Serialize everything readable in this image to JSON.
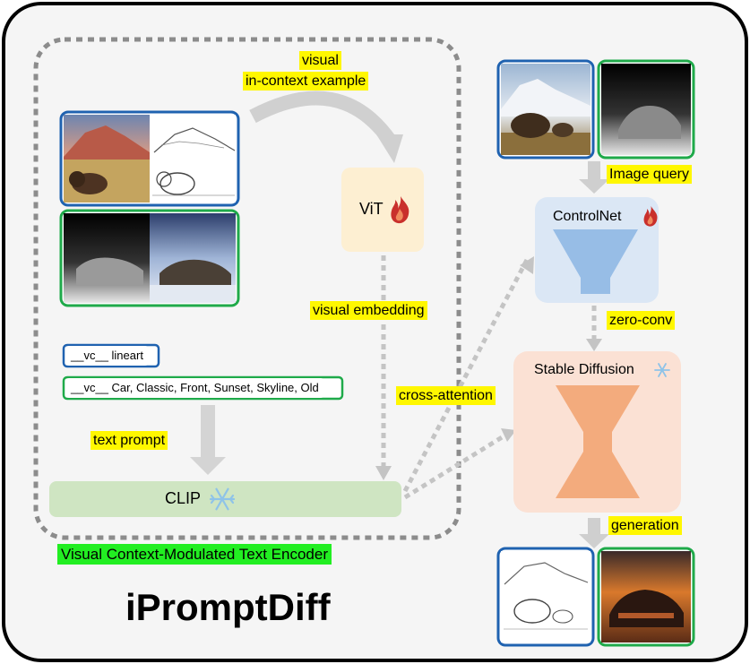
{
  "title": "iPromptDiff",
  "encoder_label": "Visual Context-Modulated Text Encoder",
  "labels": {
    "visual_icl_line1": "visual",
    "visual_icl_line2": "in-context example",
    "visual_embedding": "visual embedding",
    "text_prompt": "text prompt",
    "cross_attention": "cross-attention",
    "image_query": "Image query",
    "zero_conv": "zero-conv",
    "generation": "generation"
  },
  "modules": {
    "vit": "ViT",
    "clip": "CLIP",
    "controlnet": "ControlNet",
    "stable_diffusion": "Stable Diffusion"
  },
  "prompts": {
    "lineart": "__vc__ lineart",
    "car": "__vc__ Car, Classic, Front, Sunset, Skyline, Old"
  },
  "icons": [
    "flame-icon",
    "snowflake-icon"
  ],
  "colors": {
    "blue_frame": "#1f62b0",
    "green_frame": "#1faa4a",
    "highlight_yellow": "#fff700",
    "highlight_green": "#22ee22",
    "vit_box": "#fdefd2",
    "clip_box": "#cfe5c2",
    "controlnet_box": "#dbe7f5",
    "sd_box": "#fbe1d4",
    "funnel_blue": "#97bde6",
    "hourglass_orange": "#f3ab7d"
  }
}
